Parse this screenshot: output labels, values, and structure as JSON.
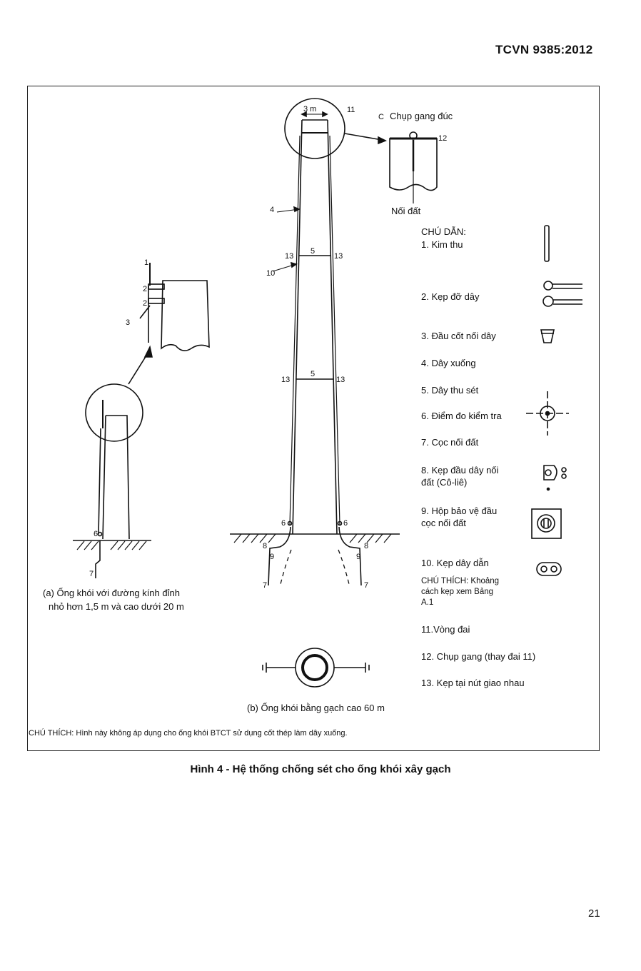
{
  "header": {
    "standard": "TCVN 9385:2012"
  },
  "figure": {
    "caption": "Hình 4 - Hệ thống chống sét cho ống khói xây gạch",
    "note": "CHÚ THÍCH: Hình này không áp dụng cho ống khói BTCT sử dụng cốt thép làm dây xuống.",
    "label_a_line1": "(a) Ống khói với đường kính đỉnh",
    "label_a_line2": "nhỏ hơn 1,5 m và cao dưới 20 m",
    "label_b": "(b) Ống khói bằng gạch cao 60 m",
    "detail_c_title": "Chụp gang đúc",
    "detail_c_letter": "C",
    "detail_ground": "Nối đất",
    "dim_top": "3 m",
    "callouts": {
      "n1": "1",
      "n2": "2",
      "n3": "3",
      "n4": "4",
      "n5": "5",
      "n6": "6",
      "n7": "7",
      "n8": "8",
      "n9": "9",
      "n10": "10",
      "n11": "11",
      "n12": "12",
      "n13": "13"
    }
  },
  "legend": {
    "title": "CHÚ DẪN:",
    "items": [
      "1. Kim thu",
      "2. Kẹp đỡ dây",
      "3. Đầu cốt nối dây",
      "4. Dây xuống",
      "5. Dây thu sét",
      "6. Điểm đo kiểm tra",
      "7. Cọc nối đất",
      "8. Kẹp đầu dây nối",
      "đất (Cô-liê)",
      "9. Hộp bảo vệ đầu",
      "cọc nối đất",
      "10. Kẹp dây dẫn",
      "11.Vòng đai",
      "12. Chụp gang (thay đai 11)",
      "13. Kẹp tại nút giao nhau"
    ],
    "item10_note_1": "CHÚ THÍCH: Khoảng",
    "item10_note_2": "cách kẹp xem Bảng",
    "item10_note_3": "A.1"
  },
  "footer": {
    "page_number": "21"
  }
}
